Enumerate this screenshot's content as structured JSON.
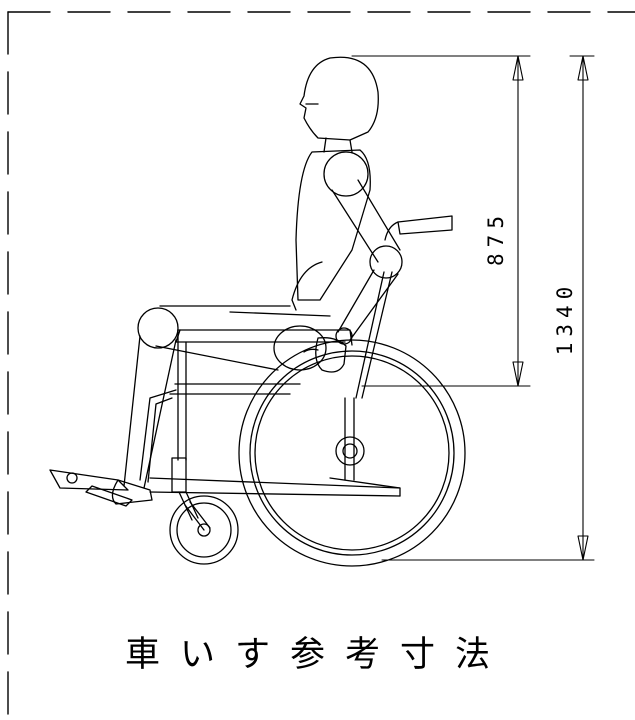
{
  "dimensions": {
    "seat_to_head_height": "875",
    "floor_to_head_height": "1340"
  },
  "caption": "車いす参考寸法",
  "colors": {
    "line": "#000000",
    "background": "#ffffff"
  }
}
